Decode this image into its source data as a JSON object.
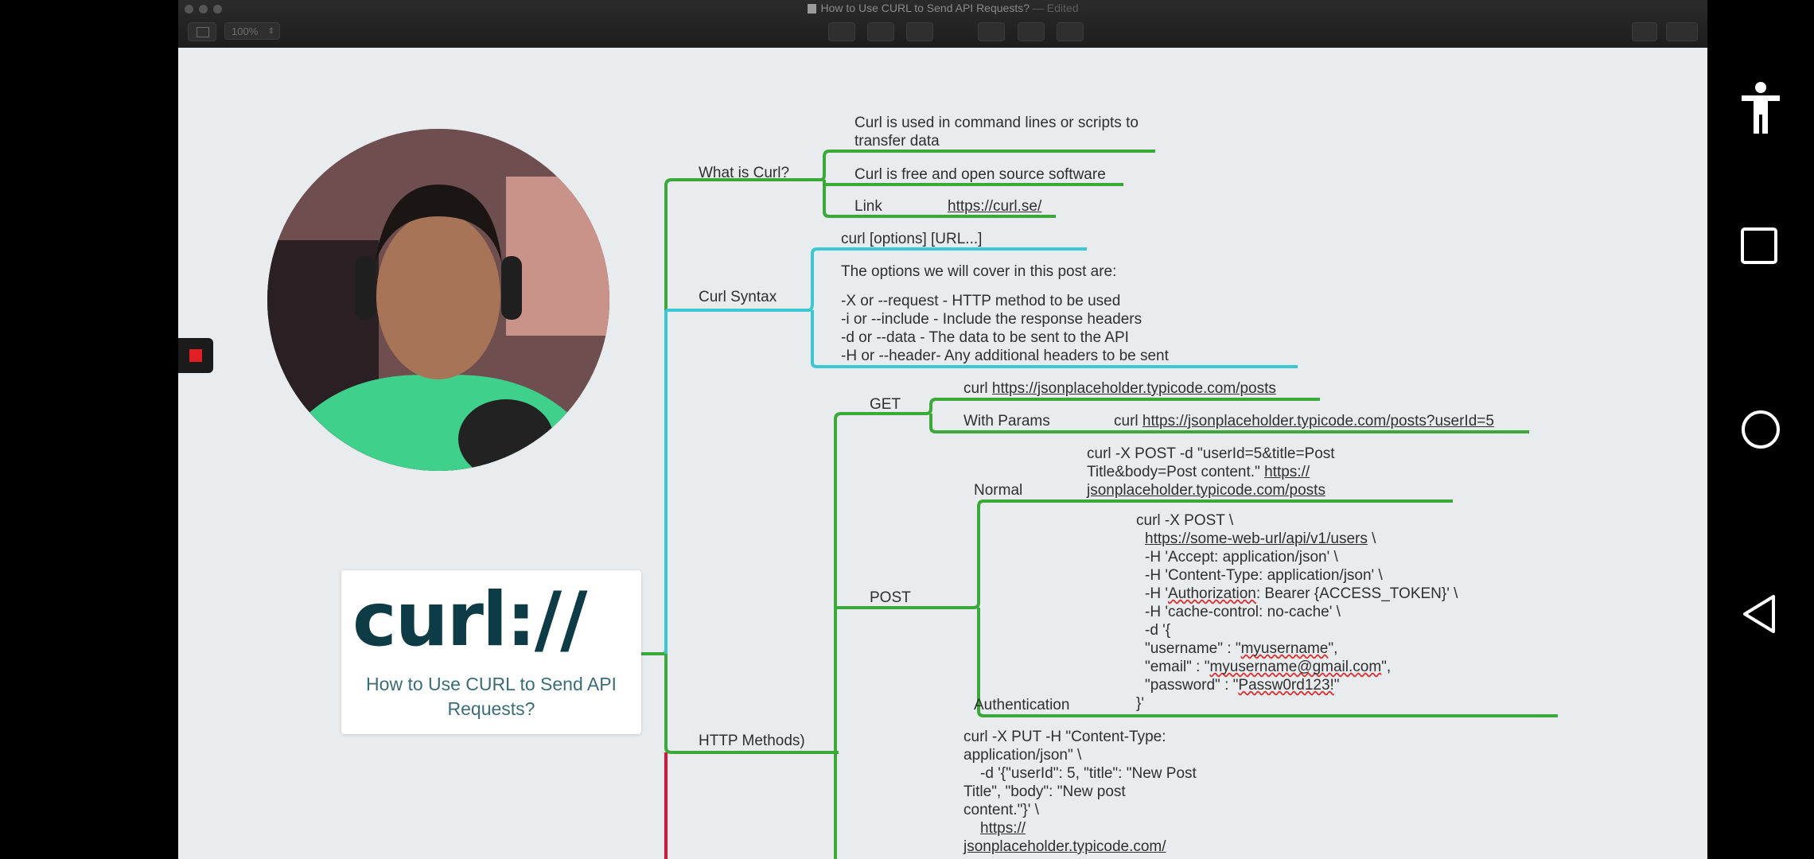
{
  "window": {
    "title": "How to Use CURL to Send API Requests?",
    "title_suffix": "— Edited",
    "zoom": "100%"
  },
  "logo": {
    "word": "curl://",
    "caption": "How to Use CURL to Send API Requests?"
  },
  "mindmap": {
    "what_is_curl": {
      "label": "What is Curl?",
      "item1_line1": "Curl is used in command lines or scripts to",
      "item1_line2": "transfer data",
      "item2": "Curl is free and open source software",
      "link_label": "Link",
      "link_url": "https://curl.se/"
    },
    "curl_syntax": {
      "label": "Curl Syntax",
      "syntax": "curl [options] [URL...]",
      "intro": "The options we will cover in this post are:",
      "options": [
        "-X or --request - HTTP method to be used",
        "-i or --include - Include the response headers",
        "-d or --data - The data to be sent to the API",
        "-H or --header- Any additional headers to be sent"
      ]
    },
    "http_methods": {
      "label": "HTTP Methods)",
      "get": {
        "label": "GET",
        "cmd_prefix": "curl",
        "cmd_url": "https://jsonplaceholder.typicode.com/posts",
        "with_params_label": "With Params",
        "params_prefix": "curl",
        "params_url": "https://jsonplaceholder.typicode.com/posts?userId=5"
      },
      "post": {
        "label": "POST",
        "normal_label": "Normal",
        "normal_line1": "curl -X POST -d \"userId=5&title=Post",
        "normal_line2": "Title&body=Post content.\"",
        "normal_url1": "https://",
        "normal_url2": "jsonplaceholder.typicode.com/posts",
        "auth_label": "Authentication",
        "auth_lines": {
          "l1": "curl -X POST \\",
          "l2_url": "https://some-web-url/api/v1/users",
          "l2_tail": " \\",
          "l3": "-H 'Accept: application/json' \\",
          "l4": "-H 'Content-Type: application/json' \\",
          "l5_pre": "-H '",
          "l5_word": "Authorization",
          "l5_post": ": Bearer {ACCESS_TOKEN}' \\",
          "l6": "-H 'cache-control: no-cache' \\",
          "l7": "-d '{",
          "l8_pre": "\"username\" : \"",
          "l8_word": "myusername",
          "l8_post": "\",",
          "l9_pre": "\"email\" : \"",
          "l9_word": "myusername@gmail.com",
          "l9_post": "\",",
          "l10_pre": "\"password\" : \"",
          "l10_word": "Passw0rd123!",
          "l10_post": "\"",
          "l11": "}'"
        }
      },
      "put": {
        "line1": "curl -X PUT -H \"Content-Type:",
        "line2": "application/json\" \\",
        "line3": "-d '{\"userId\": 5, \"title\": \"New Post",
        "line4": "Title\", \"body\": \"New post",
        "line5": "content.\"}' \\",
        "url1": "https://",
        "url2": "jsonplaceholder.typicode.com/"
      }
    }
  },
  "colors": {
    "green": "#3aa93a",
    "cyan": "#3cc7d4",
    "red": "#d9163a",
    "canvas": "#e9ecef"
  }
}
